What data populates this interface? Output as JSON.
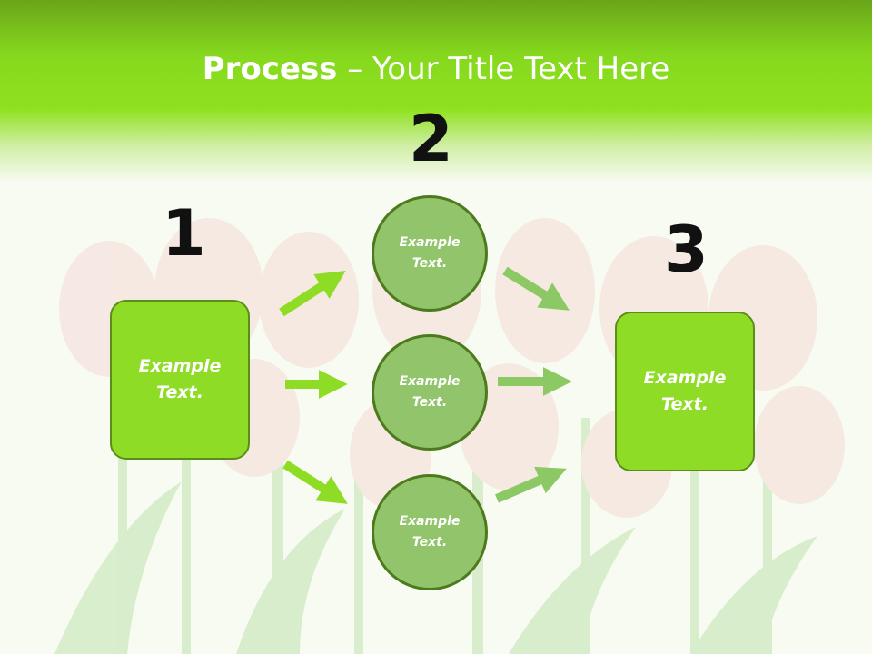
{
  "header": {
    "title_bold": "Process",
    "title_rest": " – Your Title Text Here"
  },
  "steps": {
    "step1": {
      "number": "1",
      "label": "Example Text."
    },
    "step2": {
      "number": "2",
      "nodes": [
        "Example Text.",
        "Example Text.",
        "Example Text."
      ]
    },
    "step3": {
      "number": "3",
      "label": "Example Text."
    }
  },
  "colors": {
    "header_green": "#8fe11f",
    "box_green": "#8fdc26",
    "circle_green": "#92c46b",
    "arrow_bright": "#8fdc26",
    "arrow_muted": "#8cc964"
  }
}
